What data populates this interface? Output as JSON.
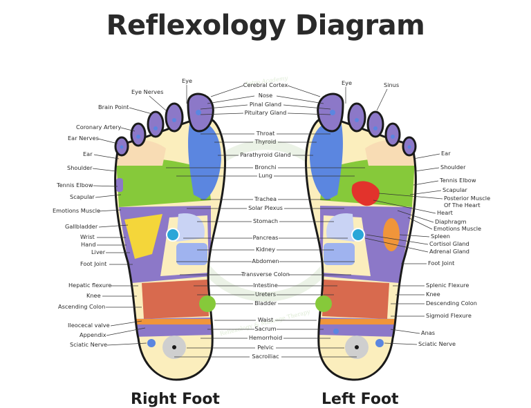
{
  "title": "Reflexology Diagram",
  "watermark": {
    "top": "Astro Academy",
    "bottom": "Reflexology & Massage Therapy"
  },
  "feet": {
    "right": "Right Foot",
    "left": "Left Foot"
  },
  "labels": {
    "right_side": [
      "Eye Nerves",
      "Eye",
      "Brain Point",
      "Coronary Artery",
      "Ear Nerves",
      "Ear",
      "Shoulder",
      "Tennis Elbow",
      "Scapular",
      "Emotions Muscle",
      "Gallbladder",
      "Wrist",
      "Hand",
      "Liver",
      "Foot Joint",
      "Hepatic flexure",
      "Knee",
      "Ascending Colon",
      "Ileocecal valve",
      "Appendix",
      "Sciatic Nerve"
    ],
    "center": [
      "Cerebral Cortex",
      "Nose",
      "Pinal Gland",
      "Pituitary Gland",
      "Throat",
      "Thyroid",
      "Parathyroid Gland",
      "Bronchi",
      "Lung",
      "Trachea",
      "Solar Plexus",
      "Stomach",
      "Pancreas",
      "Kidney",
      "Abdomen",
      "Transverse Colon",
      "Intestine",
      "Ureters",
      "Bladder",
      "Waist",
      "Sacrum",
      "Hemorrhoid",
      "Pelvic",
      "Sacroiliac"
    ],
    "left_side": [
      "Eye",
      "Sinus",
      "Ear",
      "Shoulder",
      "Tennis Elbow",
      "Scapular",
      "Posterior Muscle",
      "Of The Heart",
      "Heart",
      "Diaphragm",
      "Emotions Muscle",
      "Spleen",
      "Cortisol Gland",
      "Adrenal Gland",
      "Foot Joint",
      "Splenic Flexure",
      "Knee",
      "Descending Colon",
      "Sigmoid Flexure",
      "Anas",
      "Sciatic Nerve"
    ]
  },
  "colors": {
    "outline": "#1a1a1a",
    "purple": "#8c78c8",
    "blue": "#5b86e0",
    "green": "#86c93a",
    "yellow": "#f4d63a",
    "orange": "#f0953a",
    "peach": "#f8dcb4",
    "cream": "#fbeebd",
    "brick": "#d86a4e",
    "red": "#e2332c",
    "lightblue": "#9fb3ef",
    "skin": "#f7d9a8",
    "cyan": "#2aa6d8",
    "gray": "#cfcfcf"
  }
}
